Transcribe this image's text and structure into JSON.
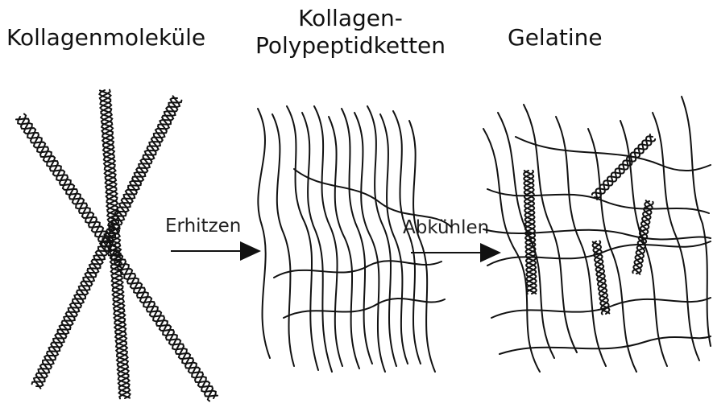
{
  "titles": {
    "left": "Kollagenmoleküle",
    "middle_line1": "Kollagen-",
    "middle_line2": "Polypeptidketten",
    "right": "Gelatine"
  },
  "arrows": {
    "first": "Erhitzen",
    "second": "Abkühlen"
  }
}
